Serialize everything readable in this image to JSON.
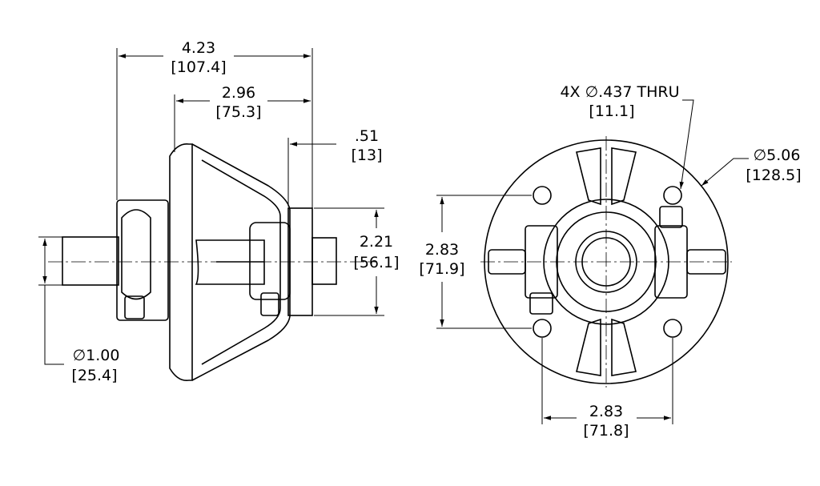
{
  "side_view": {
    "overall_length": {
      "inch": "4.23",
      "mm": "[107.4]"
    },
    "flange_to_end": {
      "inch": "2.96",
      "mm": "[75.3]"
    },
    "hub_length": {
      "inch": ".51",
      "mm": "[13]"
    },
    "hub_diameter": {
      "inch": "2.21",
      "mm": "[56.1]"
    },
    "shaft_diameter": {
      "inch": "∅1.00",
      "mm": "[25.4]"
    }
  },
  "front_view": {
    "holes": {
      "inch": "4X  ∅.437 THRU",
      "mm": "[11.1]"
    },
    "flange_diameter": {
      "inch": "∅5.06",
      "mm": "[128.5]"
    },
    "bolt_spacing_vertical": {
      "inch": "2.83",
      "mm": "[71.9]"
    },
    "bolt_spacing_horizontal": {
      "inch": "2.83",
      "mm": "[71.8]"
    }
  }
}
